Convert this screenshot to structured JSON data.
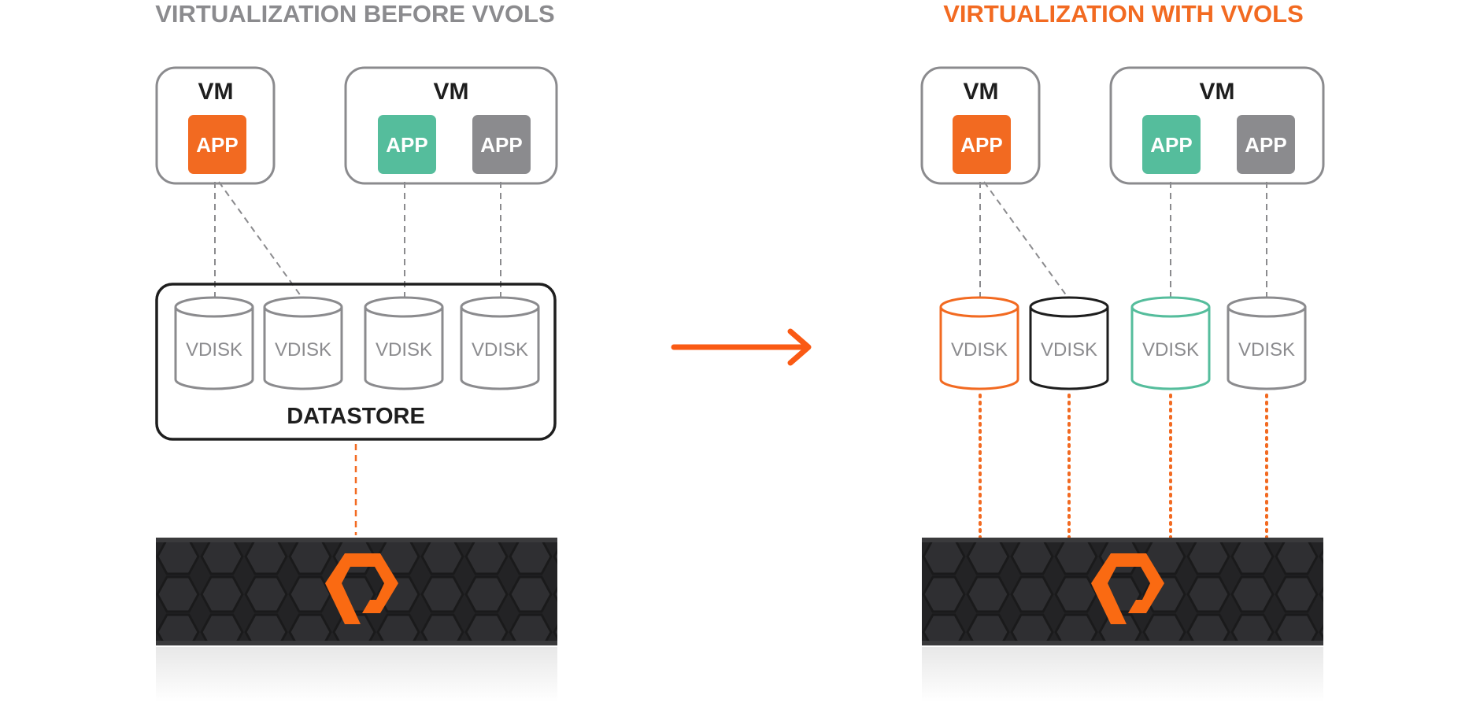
{
  "colors": {
    "orange": "#f26a21",
    "green": "#55bd9c",
    "gray": "#8b8b8e",
    "dark": "#1e1e1e",
    "arrow": "#fa5a14",
    "title_gray": "#8b8b8e"
  },
  "left": {
    "title": "VIRTUALIZATION BEFORE VVOLS",
    "vm1": {
      "label": "VM",
      "apps": [
        {
          "label": "APP",
          "color": "orange"
        }
      ]
    },
    "vm2": {
      "label": "VM",
      "apps": [
        {
          "label": "APP",
          "color": "green"
        },
        {
          "label": "APP",
          "color": "gray"
        }
      ]
    },
    "vdisks": [
      "VDISK",
      "VDISK",
      "VDISK",
      "VDISK"
    ],
    "datastore": "DATASTORE"
  },
  "right": {
    "title": "VIRTUALIZATION WITH VVOLS",
    "vm1": {
      "label": "VM",
      "apps": [
        {
          "label": "APP",
          "color": "orange"
        }
      ]
    },
    "vm2": {
      "label": "VM",
      "apps": [
        {
          "label": "APP",
          "color": "green"
        },
        {
          "label": "APP",
          "color": "gray"
        }
      ]
    },
    "vdisks": [
      {
        "label": "VDISK",
        "color": "orange"
      },
      {
        "label": "VDISK",
        "color": "dark"
      },
      {
        "label": "VDISK",
        "color": "green"
      },
      {
        "label": "VDISK",
        "color": "gray"
      }
    ]
  },
  "icons": {
    "arrow": "arrow-right-icon",
    "storage_array": "storage-array-icon",
    "logo": "pure-storage-logo"
  }
}
